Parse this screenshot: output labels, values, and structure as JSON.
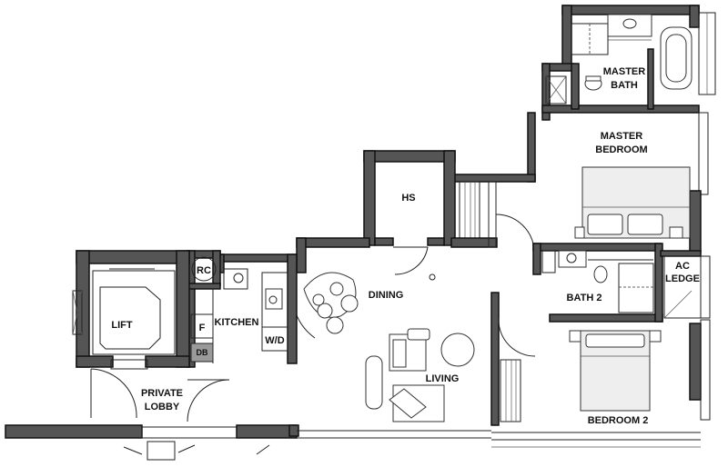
{
  "rooms": {
    "master_bath": [
      "MASTER",
      "BATH"
    ],
    "master_bedroom": [
      "MASTER",
      "BEDROOM"
    ],
    "hs": "HS",
    "dining": "DINING",
    "living": "LIVING",
    "kitchen": "KITCHEN",
    "rc": "RC",
    "f": "F",
    "wd": "W/D",
    "db": "DB",
    "lift": "LIFT",
    "private_lobby": [
      "PRIVATE",
      "LOBBY"
    ],
    "bath2": "BATH 2",
    "ac_ledge": [
      "AC",
      "LEDGE"
    ],
    "bedroom2": "BEDROOM 2"
  }
}
